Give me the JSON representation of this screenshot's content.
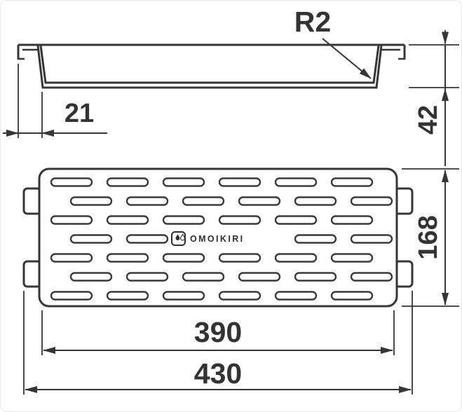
{
  "side_view": {
    "corner_radius_label": "R2",
    "flange_width_label": "21",
    "depth_label": "42"
  },
  "top_view": {
    "brand": "OMOIKIRI",
    "perforated_length_label": "390",
    "overall_length_label": "430",
    "width_label": "168"
  },
  "colors": {
    "line": "#363636",
    "background": "#ffffff"
  }
}
